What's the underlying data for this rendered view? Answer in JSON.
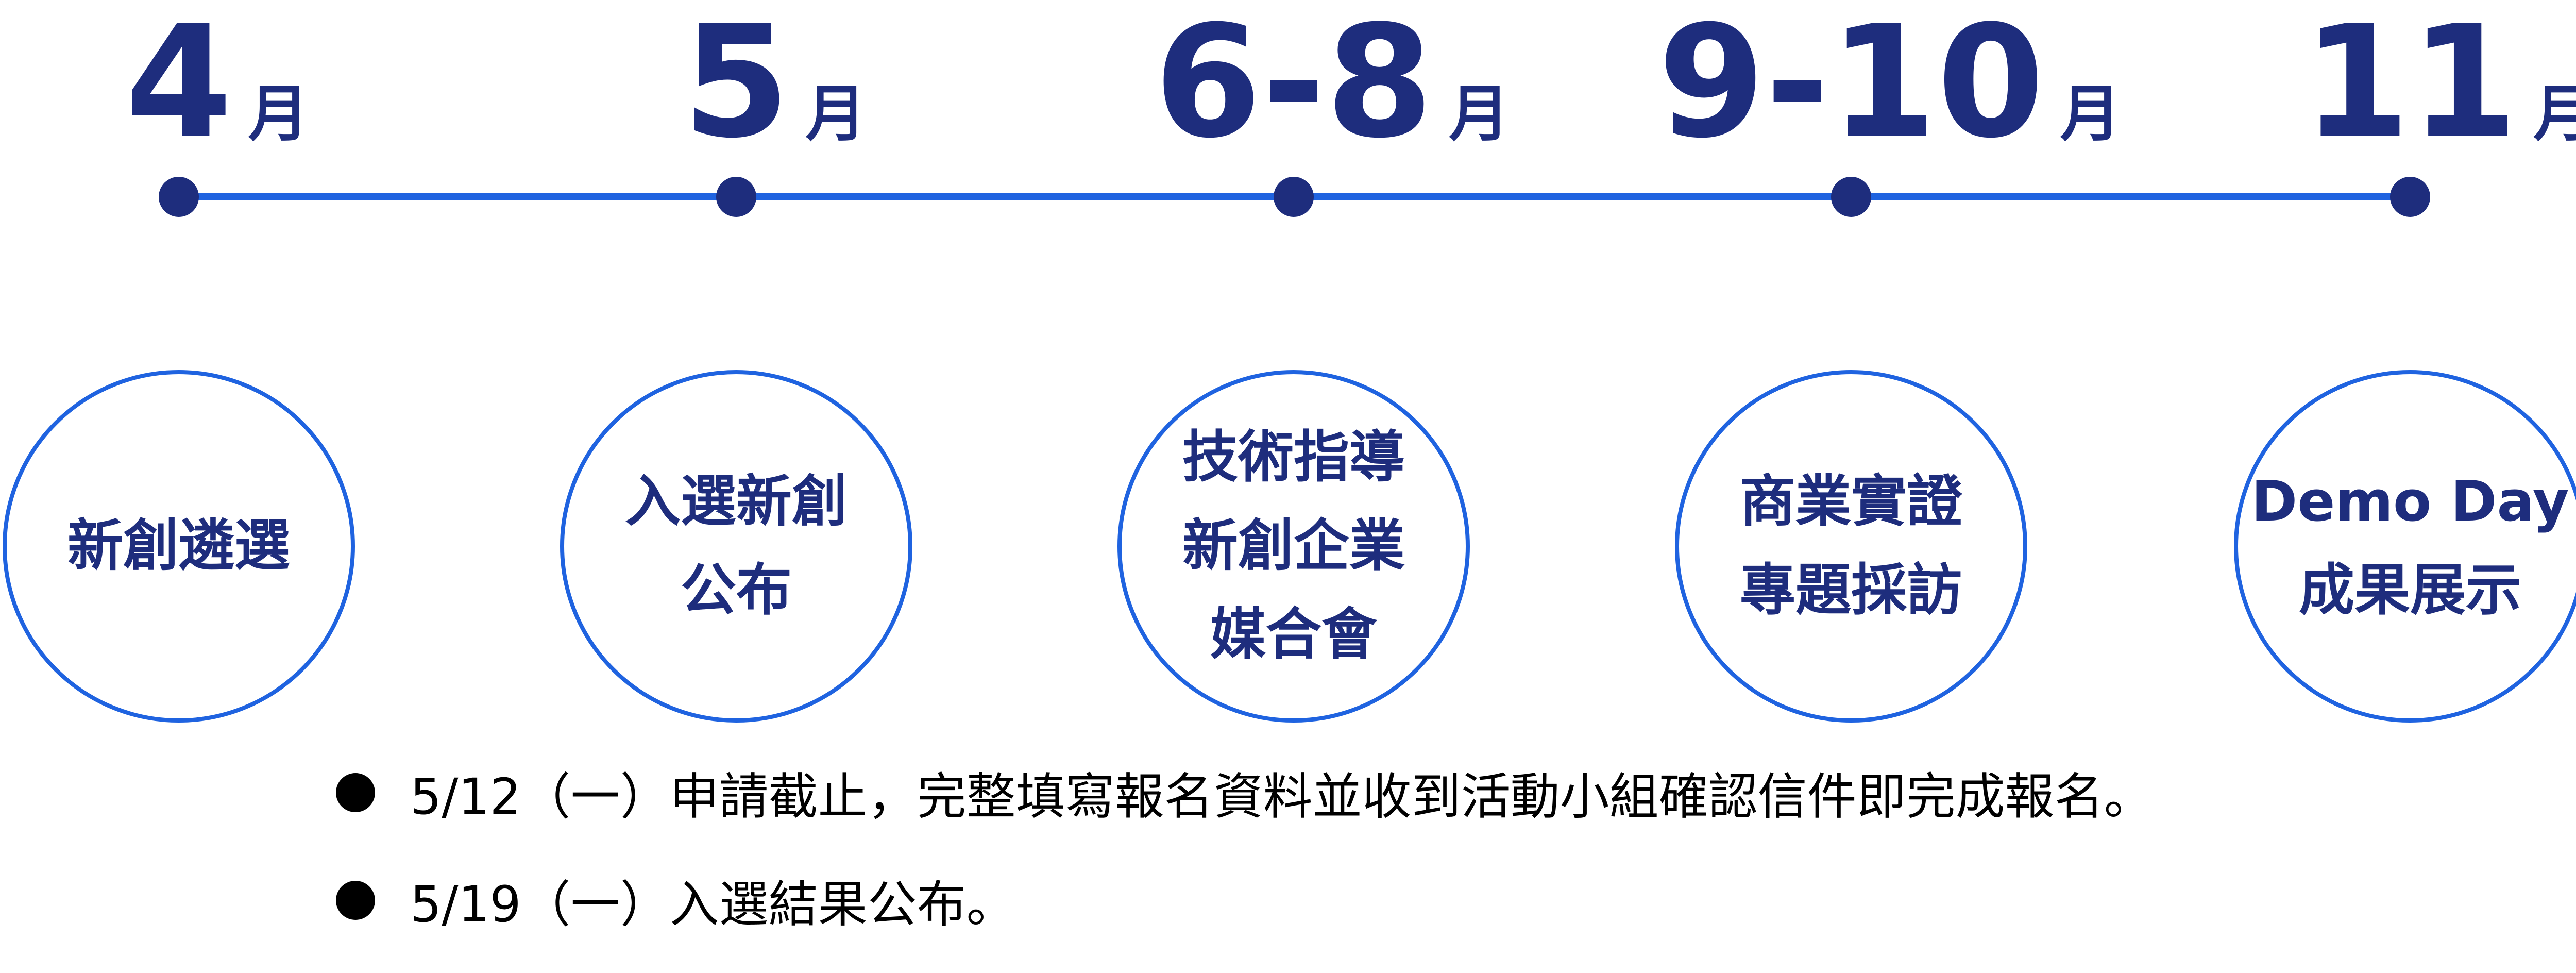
{
  "colors": {
    "navy": "#1e2d7d",
    "line": "#1f63e0"
  },
  "timeline": [
    {
      "month": "4",
      "unit": "月",
      "lines": [
        "新創遴選"
      ]
    },
    {
      "month": "5",
      "unit": "月",
      "lines": [
        "入選新創",
        "公布"
      ]
    },
    {
      "month": "6-8",
      "unit": "月",
      "lines": [
        "技術指導",
        "新創企業",
        "媒合會"
      ]
    },
    {
      "month": "9-10",
      "unit": "月",
      "lines": [
        "商業實證",
        "專題採訪"
      ]
    },
    {
      "month": "11",
      "unit": "月",
      "lines": [
        "Demo Day",
        "成果展示"
      ]
    }
  ],
  "notes": [
    "5/12（一）申請截止，完整填寫報名資料並收到活動小組確認信件即完成報名。",
    "5/19（一）入選結果公布。"
  ]
}
